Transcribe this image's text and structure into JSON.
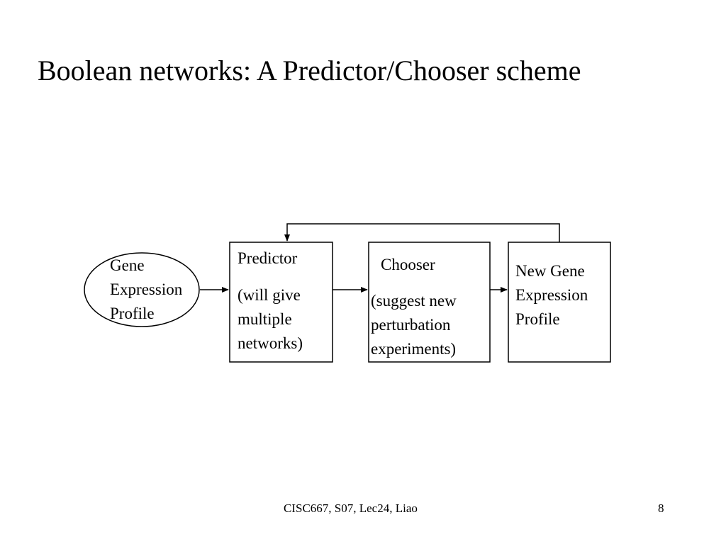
{
  "slide": {
    "title": "Boolean networks: A Predictor/Chooser scheme"
  },
  "diagram": {
    "input": {
      "lines": [
        "Gene",
        "Expression",
        "Profile"
      ]
    },
    "predictor": {
      "heading": "Predictor",
      "lines": [
        "(will give",
        "multiple",
        "networks)"
      ]
    },
    "chooser": {
      "heading": "Chooser",
      "lines": [
        "(suggest new",
        "perturbation",
        "experiments)"
      ]
    },
    "output": {
      "lines": [
        "New Gene",
        "Expression",
        "Profile"
      ]
    }
  },
  "footer": {
    "course": "CISC667, S07, Lec24, Liao",
    "page": "8"
  }
}
